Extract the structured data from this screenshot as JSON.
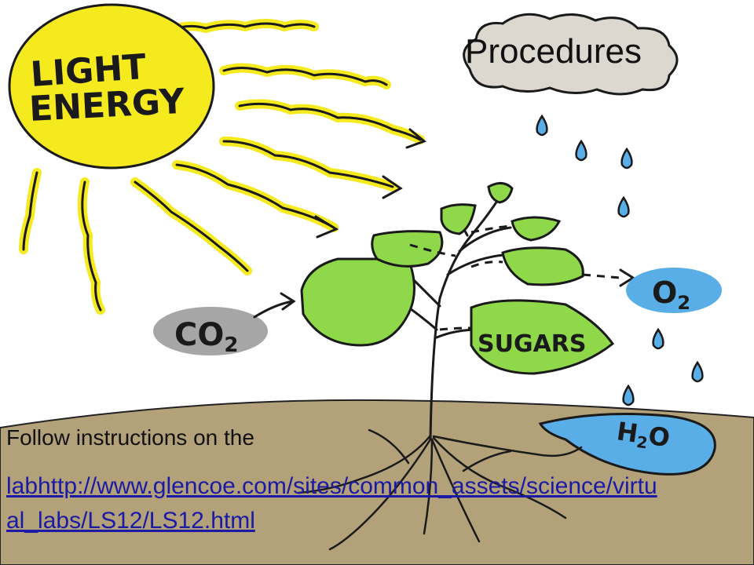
{
  "slide": {
    "title": "Procedures",
    "body_text": "Follow instructions on the",
    "link_text": "labhttp://www.glencoe.com/sites/common_assets/science/virtual_labs/LS12/LS12.html"
  },
  "illustration": {
    "sun_label_line1": "LIGHT",
    "sun_label_line2": "ENERGY",
    "co2_label": "CO",
    "co2_subscript": "2",
    "o2_label": "O",
    "o2_subscript": "2",
    "sugars_label": "SUGARS",
    "h2o_label_h": "H",
    "h2o_subscript": "2",
    "h2o_label_o": "O"
  },
  "colors": {
    "sun_yellow": "#f5ea1e",
    "leaf_green": "#8ed84a",
    "soil_brown": "#b3a17a",
    "water_blue": "#5aaee8",
    "co2_gray": "#a6a6a6",
    "cloud_gray": "#dcd8d0",
    "link_blue": "#1a1aa6"
  }
}
